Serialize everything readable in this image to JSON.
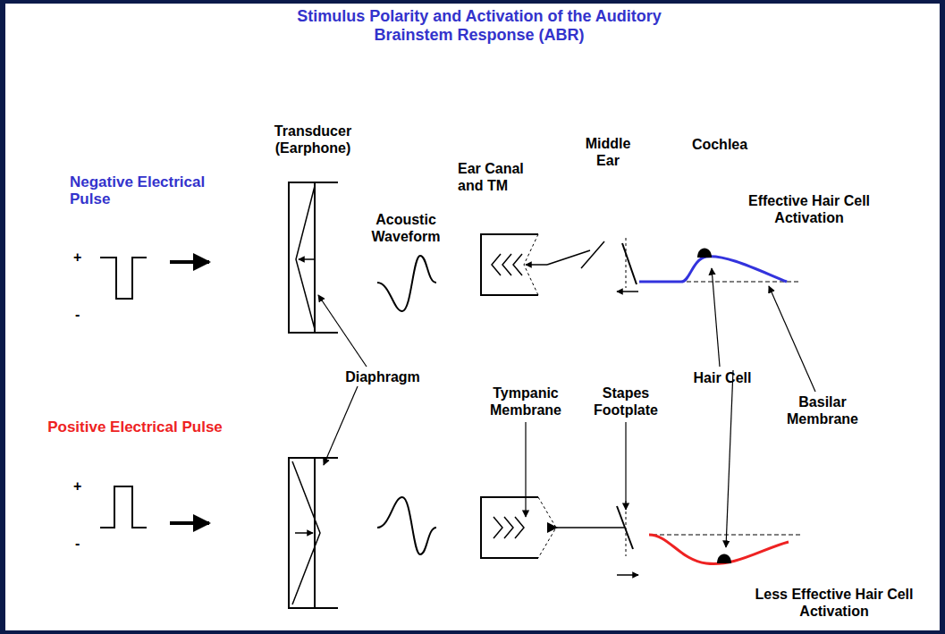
{
  "diagram": {
    "title": "Stimulus Polarity and Activation of the Auditory Brainstem Response (ABR)",
    "labels": [
      "Negative Electrical Pulse",
      "Transducer (Earphone)",
      "Acoustic Waveform",
      "Ear Canal and TM",
      "Middle Ear",
      "Cochlea",
      "Effective Hair Cell Activation",
      "+",
      "-",
      "Diaphragm",
      "Tympanic Membrane",
      "Stapes Footplate",
      "Hair Cell",
      "Basilar Membrane",
      "Positive Electrical Pulse",
      "+",
      "-",
      "Less Effective Hair Cell Activation"
    ]
  }
}
